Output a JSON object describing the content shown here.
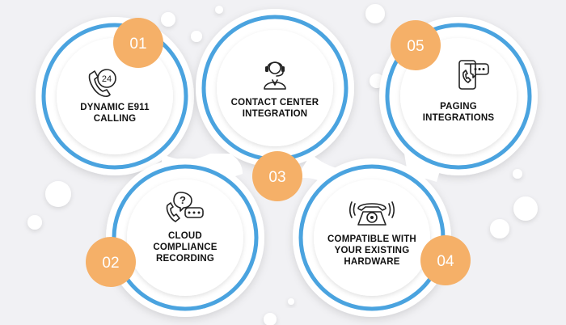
{
  "colors": {
    "background": "#f1f1f4",
    "ring_blue": "#4aa3df",
    "badge_orange": "#f5b068",
    "white": "#ffffff"
  },
  "steps": [
    {
      "number": "01",
      "line1": "DYNAMIC E911",
      "line2": "CALLING",
      "line3": "",
      "icon": "phone-24-hours-icon"
    },
    {
      "number": "02",
      "line1": "CLOUD",
      "line2": "COMPLIANCE",
      "line3": "RECORDING",
      "icon": "phone-question-chat-icon"
    },
    {
      "number": "03",
      "line1": "CONTACT CENTER",
      "line2": "INTEGRATION",
      "line3": "",
      "icon": "headset-agent-icon"
    },
    {
      "number": "04",
      "line1": "COMPATIBLE WITH",
      "line2": "YOUR EXISTING",
      "line3": "HARDWARE",
      "icon": "desk-phone-icon"
    },
    {
      "number": "05",
      "line1": "PAGING",
      "line2": "INTEGRATIONS",
      "line3": "",
      "icon": "mobile-chat-icon"
    }
  ]
}
